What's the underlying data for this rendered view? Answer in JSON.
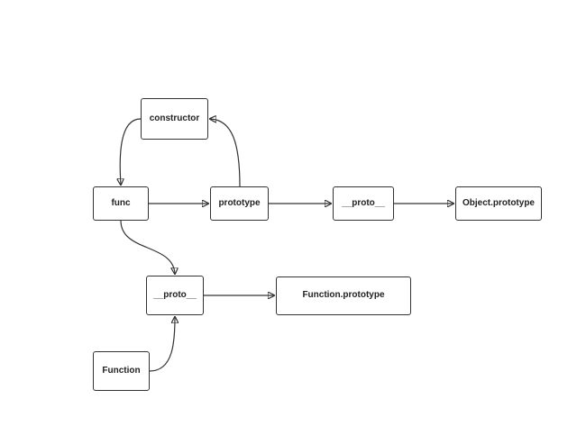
{
  "diagram": {
    "nodes": {
      "constructor": "constructor",
      "func": "func",
      "prototype": "prototype",
      "proto_a": "__proto__",
      "object_prototype": "Object.prototype",
      "proto_b": "__proto__",
      "function_prototype": "Function.prototype",
      "function": "Function"
    },
    "edges": [
      {
        "from": "constructor",
        "to": "func"
      },
      {
        "from": "func",
        "to": "prototype"
      },
      {
        "from": "prototype",
        "to": "constructor"
      },
      {
        "from": "prototype",
        "to": "proto_a"
      },
      {
        "from": "proto_a",
        "to": "object_prototype"
      },
      {
        "from": "func",
        "to": "proto_b"
      },
      {
        "from": "proto_b",
        "to": "function_prototype"
      },
      {
        "from": "function",
        "to": "proto_b"
      }
    ],
    "colors": {
      "stroke": "#333333",
      "text": "#222222",
      "background": "#ffffff"
    }
  }
}
